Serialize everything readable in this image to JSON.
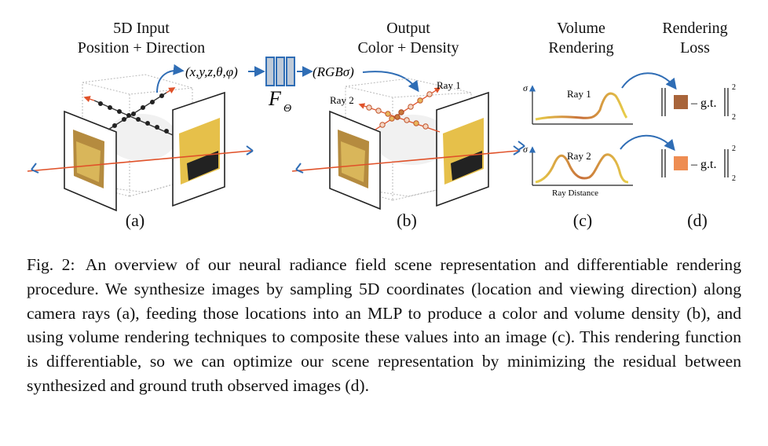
{
  "headers": {
    "a_line1": "5D Input",
    "a_line2": "Position + Direction",
    "b_line1": "Output",
    "b_line2": "Color + Density",
    "c_line1": "Volume",
    "c_line2": "Rendering",
    "d_line1": "Rendering",
    "d_line2": "Loss"
  },
  "labels": {
    "input_tuple": "(x,y,z,θ,φ)",
    "network": "F",
    "network_sub": "Θ",
    "output_tuple": "(RGBσ)",
    "ray1": "Ray 1",
    "ray2": "Ray 2",
    "sigma": "σ",
    "ray_distance": "Ray Distance",
    "gt": "– g.t.",
    "norm_sup": "2",
    "norm_sub": "2"
  },
  "panels": [
    "(a)",
    "(b)",
    "(c)",
    "(d)"
  ],
  "caption": {
    "label": "Fig. 2:",
    "text": "An overview of our neural radiance field scene representation and differentiable rendering procedure. We synthesize images by sampling 5D coordinates (location and viewing direction) along camera rays (a), feeding those locations into an MLP to produce a color and volume density (b), and using volume rendering techniques to composite these values into an image (c). This rendering function is differentiable, so we can optimize our scene representation by minimizing the residual between synthesized and ground truth observed images (d)."
  },
  "colors": {
    "ray_line": "#e0522a",
    "arrow_blue": "#2f6db5",
    "mlp_fill": "#bfcad8",
    "mlp_stroke": "#2f6db5",
    "curve_yellow": "#e8cf4a",
    "curve_orange": "#c8703a",
    "loss_ray1": "#a8643a",
    "loss_ray2": "#ee8d52"
  }
}
